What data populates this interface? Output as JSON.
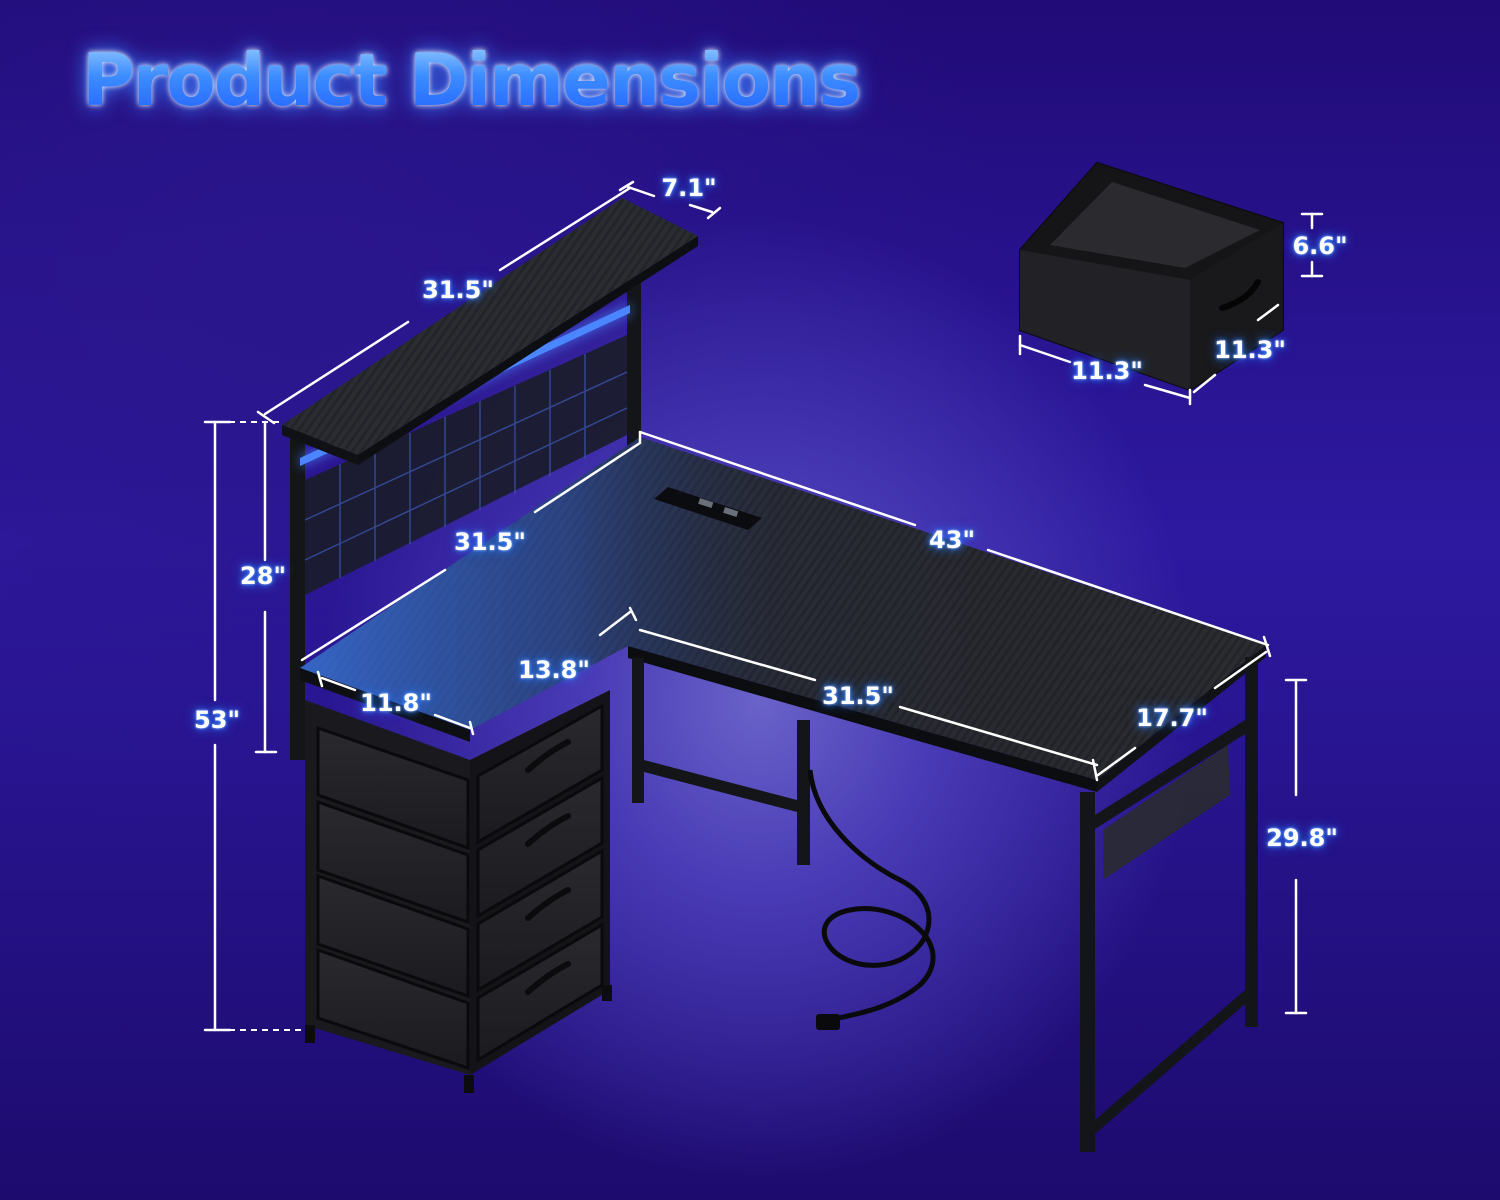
{
  "title": "Product Dimensions",
  "colors": {
    "accent_glow": "#2d7bff",
    "dimension_line": "#ffffff",
    "desk_top": "#2a2b30",
    "frame": "#15161a",
    "led": "#2e6bff"
  },
  "dimensions": {
    "shelf_depth": "7.1\"",
    "shelf_width": "31.5\"",
    "hutch_height": "28\"",
    "total_height": "53\"",
    "left_desk_length": "31.5\"",
    "right_desk_length": "43\"",
    "inner_return": "13.8\"",
    "left_desk_depth": "11.8\"",
    "inner_desk_length": "31.5\"",
    "right_desk_depth": "17.7\"",
    "desk_height": "29.8\"",
    "drawer_height": "6.6\"",
    "drawer_width": "11.3\"",
    "drawer_depth": "11.3\""
  }
}
